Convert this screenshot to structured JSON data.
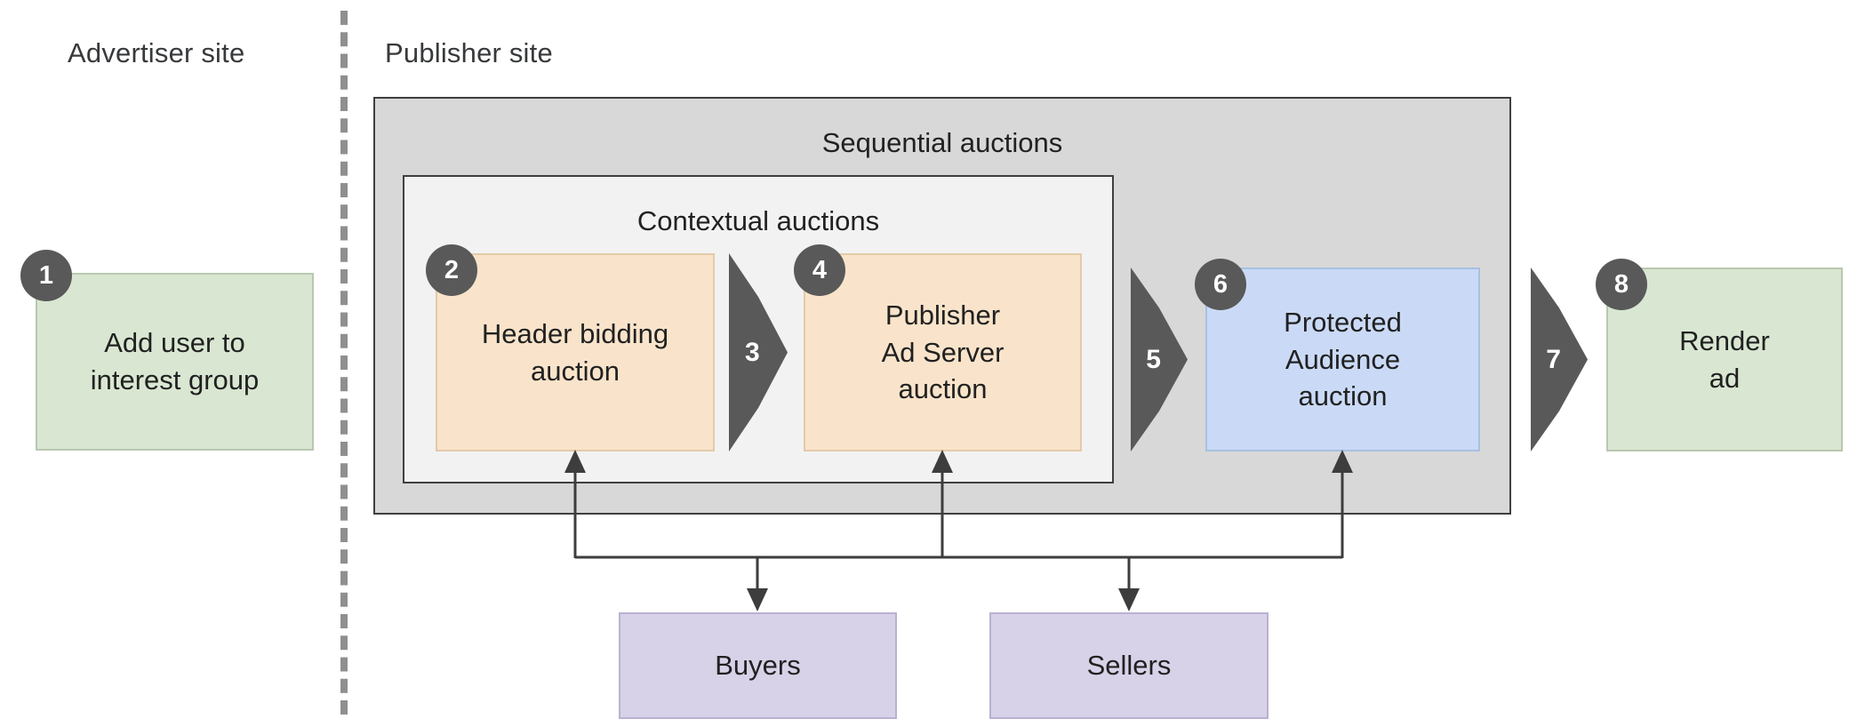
{
  "labels": {
    "advertiser_site": "Advertiser site",
    "publisher_site": "Publisher site",
    "sequential_auctions": "Sequential auctions",
    "contextual_auctions": "Contextual auctions"
  },
  "nodes": {
    "add_user": {
      "number": "1",
      "label": "Add user to\ninterest group"
    },
    "header_bidding": {
      "number": "2",
      "label": "Header bidding\nauction"
    },
    "publisher_ad_server": {
      "number": "4",
      "label": "Publisher\nAd Server\nauction"
    },
    "protected_audience": {
      "number": "6",
      "label": "Protected\nAudience\nauction"
    },
    "render_ad": {
      "number": "8",
      "label": "Render\nad"
    },
    "buyers": {
      "label": "Buyers"
    },
    "sellers": {
      "label": "Sellers"
    }
  },
  "steps": {
    "step3": "3",
    "step5": "5",
    "step7": "7"
  },
  "colors": {
    "green_box": "#d9e7d2",
    "orange_box": "#f9e4cb",
    "blue_box": "#cadaf6",
    "purple_box": "#d8d2e8",
    "dark_gray": "#595959",
    "sequential_panel_bg": "#d8d8d8",
    "contextual_panel_bg": "#f2f2f2",
    "divider_gray": "#8f8f8f"
  }
}
